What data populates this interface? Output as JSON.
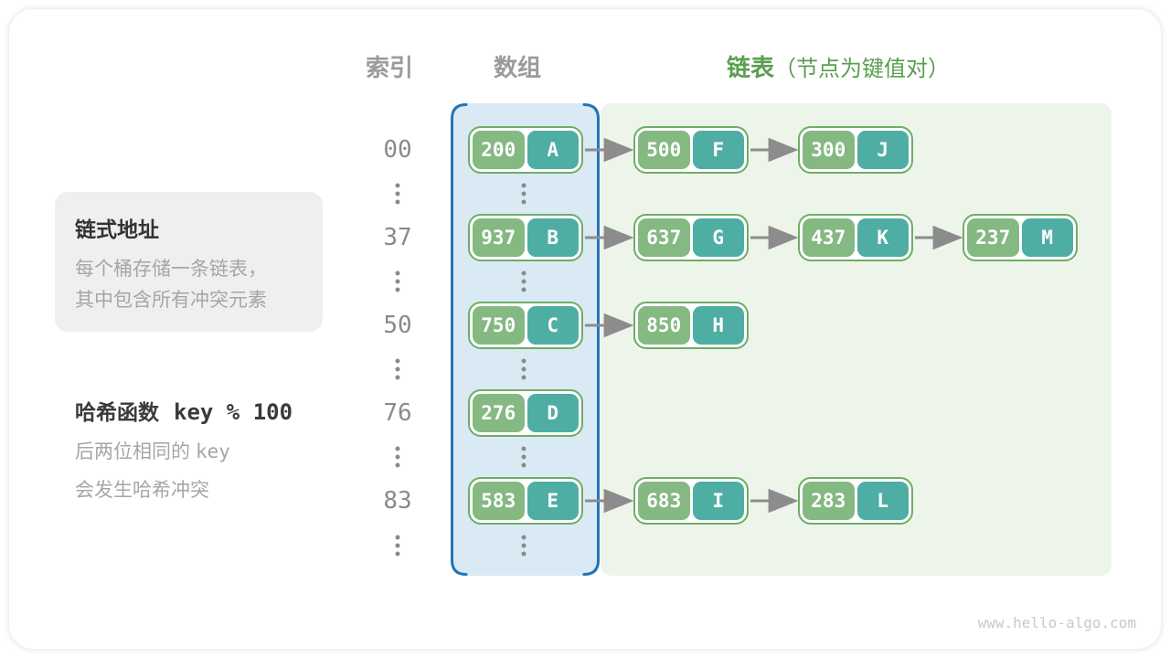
{
  "headers": {
    "index": "索引",
    "array": "数组",
    "list": "链表",
    "list_note": "（节点为键值对）"
  },
  "info_box": {
    "title": "链式地址",
    "lines": [
      "每个桶存储一条链表，",
      "其中包含所有冲突元素"
    ]
  },
  "hash_note": {
    "label": "哈希函数",
    "formula": "key % 100",
    "line1_text": "后两位相同的",
    "line1_code": "key",
    "line2": "会发生哈希冲突"
  },
  "diagram": {
    "ellipsis": "⋮",
    "rows": [
      {
        "index": "00",
        "bucket": {
          "key": "200",
          "value": "A"
        },
        "chain": [
          {
            "key": "500",
            "value": "F"
          },
          {
            "key": "300",
            "value": "J"
          }
        ]
      },
      {
        "index": "37",
        "bucket": {
          "key": "937",
          "value": "B"
        },
        "chain": [
          {
            "key": "637",
            "value": "G"
          },
          {
            "key": "437",
            "value": "K"
          },
          {
            "key": "237",
            "value": "M"
          }
        ]
      },
      {
        "index": "50",
        "bucket": {
          "key": "750",
          "value": "C"
        },
        "chain": [
          {
            "key": "850",
            "value": "H"
          }
        ]
      },
      {
        "index": "76",
        "bucket": {
          "key": "276",
          "value": "D"
        },
        "chain": []
      },
      {
        "index": "83",
        "bucket": {
          "key": "583",
          "value": "E"
        },
        "chain": [
          {
            "key": "683",
            "value": "I"
          },
          {
            "key": "283",
            "value": "L"
          }
        ]
      }
    ]
  },
  "colors": {
    "key_fill": "#84b982",
    "value_fill": "#4faea3",
    "node_border": "#6ead65",
    "array_fill": "#daeaf5",
    "array_border": "#2474b5",
    "list_fill": "#edf5eb",
    "list_header_green": "#5a9e50",
    "gray_header": "#9b9b9b",
    "arrow_gray": "#8c8c8c"
  },
  "page": {
    "watermark": "www.hello-algo.com"
  }
}
